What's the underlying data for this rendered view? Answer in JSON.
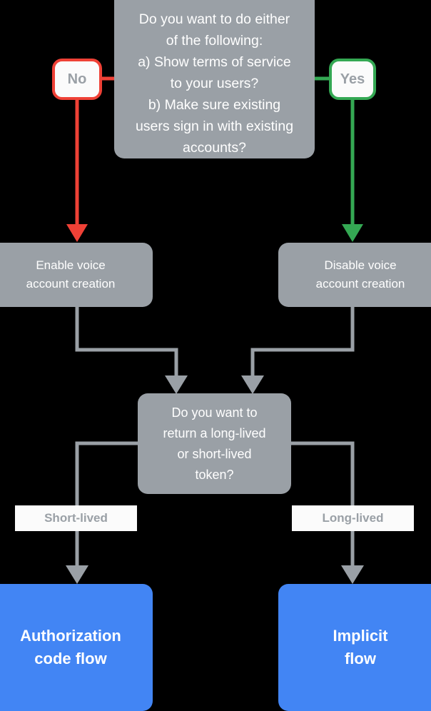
{
  "diagram": {
    "title": "Account linking flow decision chart",
    "background_color": "#000000",
    "colors": {
      "node_gray": "#9aa0a6",
      "terminal_blue": "#4285f4",
      "no_red": "#ef4136",
      "yes_green": "#34a853",
      "connector_gray": "#9aa0a6",
      "label_bg": "#fbfbfb",
      "node_text": "#ffffff"
    },
    "nodes": {
      "decision_main": {
        "text": "Do you want to do either of the following:\na) Show terms of service to your users?\nb) Make sure existing users sign in with existing accounts?",
        "lines": [
          "Do you want to do either",
          "of the following:",
          "a) Show terms of service",
          "to your users?",
          "b) Make sure existing",
          "users sign in with existing",
          "accounts?"
        ]
      },
      "answer_no": {
        "label": "No"
      },
      "answer_yes": {
        "label": "Yes"
      },
      "enable_voice": {
        "lines": [
          "Enable voice",
          "account creation"
        ],
        "text": "Enable voice account creation"
      },
      "disable_voice": {
        "lines": [
          "Disable voice",
          "account creation"
        ],
        "text": "Disable voice account creation"
      },
      "decision_token": {
        "lines": [
          "Do you want to",
          "return a long-lived",
          "or short-lived",
          "token?"
        ],
        "text": "Do you want to return a long-lived or short-lived token?"
      },
      "label_short": {
        "label": "Short-lived"
      },
      "label_long": {
        "label": "Long-lived"
      },
      "terminal_auth_code": {
        "lines": [
          "Authorization",
          "code flow"
        ],
        "text": "Authorization code flow"
      },
      "terminal_implicit": {
        "lines": [
          "Implicit",
          "flow"
        ],
        "text": "Implicit flow"
      }
    },
    "edges": [
      {
        "from": "decision_main",
        "to": "answer_no",
        "color": "#ef4136",
        "arrow": false
      },
      {
        "from": "decision_main",
        "to": "answer_yes",
        "color": "#34a853",
        "arrow": false
      },
      {
        "from": "answer_no",
        "to": "enable_voice",
        "color": "#ef4136",
        "arrow": true
      },
      {
        "from": "answer_yes",
        "to": "disable_voice",
        "color": "#34a853",
        "arrow": true
      },
      {
        "from": "enable_voice",
        "to": "decision_token",
        "color": "#9aa0a6",
        "arrow": true
      },
      {
        "from": "disable_voice",
        "to": "decision_token",
        "color": "#9aa0a6",
        "arrow": true
      },
      {
        "from": "decision_token",
        "to": "terminal_auth_code",
        "color": "#9aa0a6",
        "arrow": true,
        "label": "Short-lived"
      },
      {
        "from": "decision_token",
        "to": "terminal_implicit",
        "color": "#9aa0a6",
        "arrow": true,
        "label": "Long-lived"
      }
    ]
  }
}
